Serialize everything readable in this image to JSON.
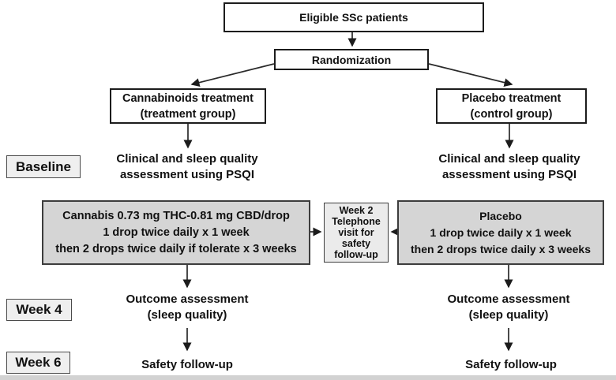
{
  "nodes": {
    "eligible": "Eligible SSc patients",
    "randomization": "Randomization",
    "treatment_arm": [
      "Cannabinoids treatment",
      "(treatment group)"
    ],
    "control_arm": [
      "Placebo treatment",
      "(control group)"
    ],
    "baseline_assessment_left": [
      "Clinical and sleep quality",
      "assessment using PSQI"
    ],
    "baseline_assessment_right": [
      "Clinical and sleep quality",
      "assessment using PSQI"
    ],
    "cannabis_intervention": [
      "Cannabis 0.73 mg THC-0.81 mg CBD/drop",
      "1 drop twice daily x 1 week",
      "then 2 drops twice daily if tolerate x 3 weeks"
    ],
    "week2_visit": [
      "Week 2",
      "Telephone",
      "visit for",
      "safety",
      "follow-up"
    ],
    "placebo_intervention": [
      "Placebo",
      "1 drop twice daily x 1 week",
      "then 2 drops twice daily x 3 weeks"
    ],
    "outcome_left": [
      "Outcome assessment",
      "(sleep quality)"
    ],
    "outcome_right": [
      "Outcome assessment",
      "(sleep quality)"
    ],
    "safety_left": "Safety follow-up",
    "safety_right": "Safety follow-up"
  },
  "timeline": {
    "baseline": "Baseline",
    "week4": "Week 4",
    "week6": "Week 6"
  },
  "colors": {
    "intervention_fill": "#d5d5d5",
    "week2_fill": "#ebebeb",
    "timeline_label_fill": "#efefef",
    "plain_box_fill": "#ffffff",
    "border": "#1c1c1c",
    "arrow": "#2a2a2a"
  }
}
